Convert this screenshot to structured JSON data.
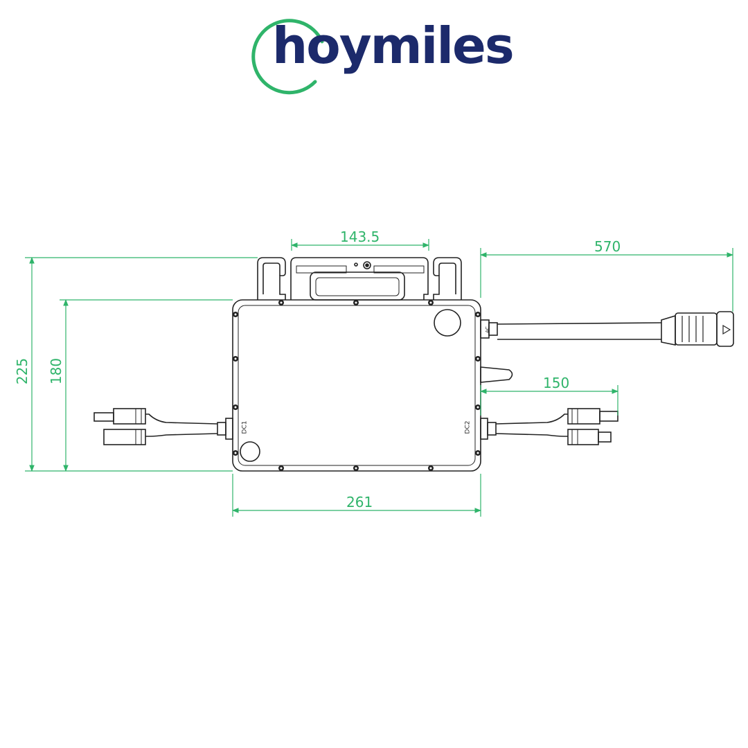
{
  "brand": {
    "name": "hoymiles",
    "text_color": "#1c2a6b",
    "ring_color": "#2fb46a"
  },
  "colors": {
    "dimension": "#2fb46a",
    "outline": "#222222"
  },
  "dimensions": {
    "top_handle_width": "143.5",
    "cable_length": "570",
    "total_height": "225",
    "body_height": "180",
    "dc_lead_length": "150",
    "body_width": "261"
  },
  "body_marks": {
    "left_port": "DC1",
    "right_port": "DC2",
    "ac_port": "AC"
  }
}
